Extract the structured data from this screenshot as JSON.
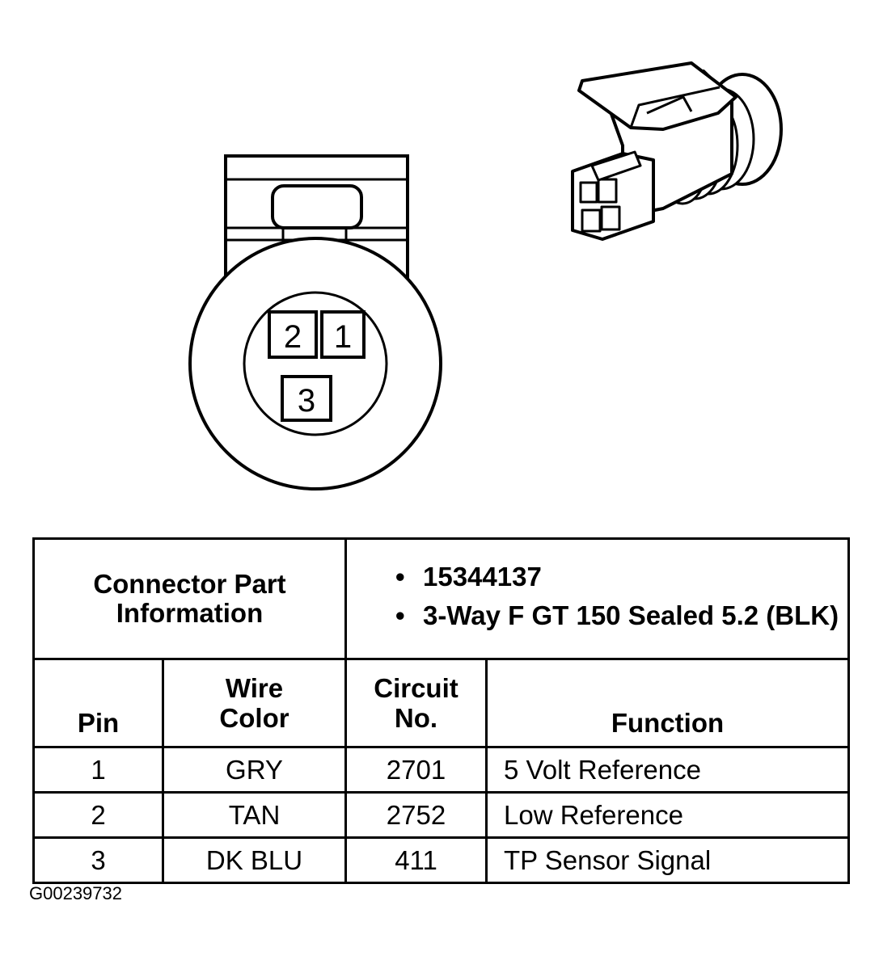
{
  "front_view": {
    "pins": [
      "2",
      "1",
      "3"
    ]
  },
  "connector_info": {
    "label": "Connector Part Information",
    "items": [
      "15344137",
      "3-Way F GT 150 Sealed 5.2 (BLK)"
    ]
  },
  "table": {
    "headers": {
      "pin": "Pin",
      "wire_color": "Wire Color",
      "circuit_no": "Circuit No.",
      "function": "Function"
    },
    "rows": [
      {
        "pin": "1",
        "wire_color": "GRY",
        "circuit": "2701",
        "function": "5 Volt Reference"
      },
      {
        "pin": "2",
        "wire_color": "TAN",
        "circuit": "2752",
        "function": "Low Reference"
      },
      {
        "pin": "3",
        "wire_color": "DK BLU",
        "circuit": "411",
        "function": "TP Sensor Signal"
      }
    ]
  },
  "figure_id": "G00239732"
}
